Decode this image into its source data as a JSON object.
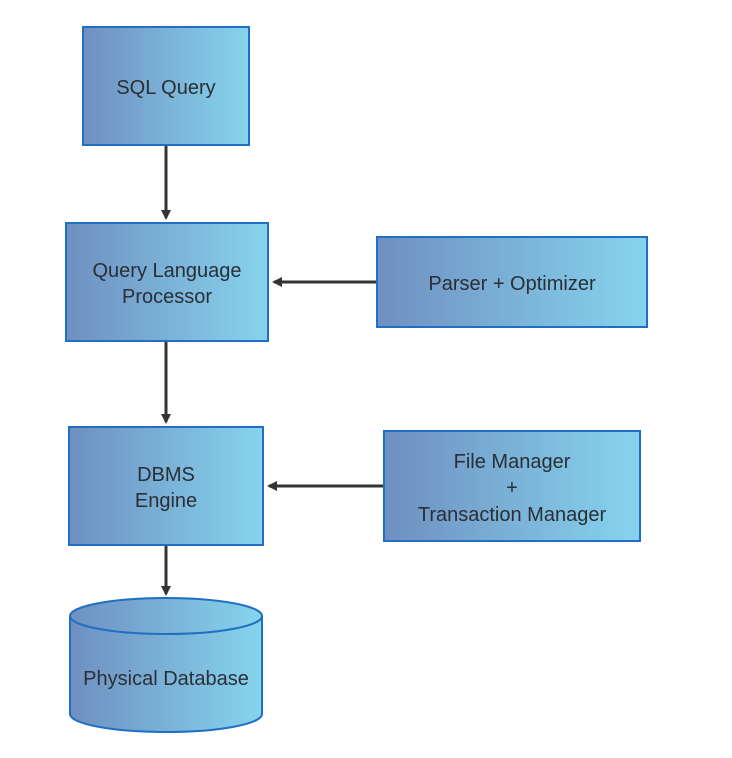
{
  "nodes": {
    "sql_query": {
      "label": "SQL Query"
    },
    "query_language_processor": {
      "lines": [
        "Query Language",
        "Processor"
      ]
    },
    "parser_optimizer": {
      "label": "Parser + Optimizer"
    },
    "dbms_engine": {
      "lines": [
        "DBMS",
        "Engine"
      ]
    },
    "file_transaction_manager": {
      "lines": [
        "File Manager",
        "+",
        "Transaction Manager"
      ]
    },
    "physical_database": {
      "label": "Physical Database"
    }
  },
  "colors": {
    "box_fill_left": "#6f8fc0",
    "box_fill_right": "#86d4ee",
    "box_border": "#1f6fc4",
    "arrow": "#333333",
    "text": "#2a2f36"
  }
}
